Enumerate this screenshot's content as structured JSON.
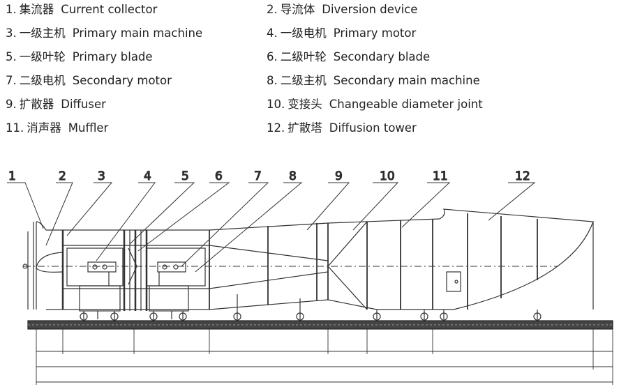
{
  "legend": {
    "items": [
      {
        "num": "1.",
        "zh": "集流器",
        "en": "Current collector"
      },
      {
        "num": "2.",
        "zh": "导流体",
        "en": "Diversion device"
      },
      {
        "num": "3.",
        "zh": "一级主机",
        "en": "Primary main machine"
      },
      {
        "num": "4.",
        "zh": "一级电机",
        "en": "Primary motor"
      },
      {
        "num": "5.",
        "zh": "一级叶轮",
        "en": "Primary blade"
      },
      {
        "num": "6.",
        "zh": "二级叶轮",
        "en": "Secondary blade"
      },
      {
        "num": "7.",
        "zh": "二级电机",
        "en": "Secondary motor"
      },
      {
        "num": "8.",
        "zh": "二级主机",
        "en": "Secondary main machine"
      },
      {
        "num": "9.",
        "zh": "扩散器",
        "en": "Diffuser"
      },
      {
        "num": "10.",
        "zh": "变接头",
        "en": "Changeable diameter joint"
      },
      {
        "num": "11.",
        "zh": "消声器",
        "en": "Muffler"
      },
      {
        "num": "12.",
        "zh": "扩散塔",
        "en": "Diffusion tower"
      }
    ]
  },
  "callouts": [
    "1",
    "2",
    "3",
    "4",
    "5",
    "6",
    "7",
    "8",
    "9",
    "10",
    "11",
    "12"
  ]
}
